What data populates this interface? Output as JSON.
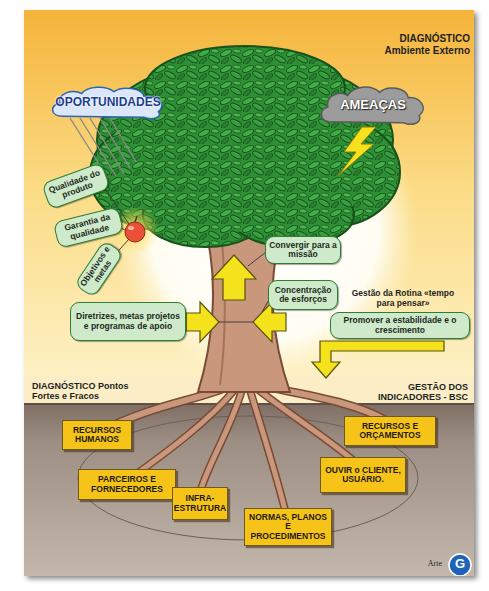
{
  "diagram": {
    "nodes": [
      {
        "text": [
          "OPORTUNIDADES"
        ]
      },
      {
        "text": [
          "AMEAÇAS"
        ]
      },
      {
        "text": [
          "Qualidade do produto"
        ]
      },
      {
        "text": [
          "Garantia da qualidade"
        ]
      },
      {
        "text": [
          "Convergir para a missão"
        ]
      },
      {
        "text": [
          "Objetivos e metas"
        ]
      },
      {
        "text": [
          "Concentração de esforços"
        ]
      },
      {
        "text": [
          "Diretrizes, metas projetos e programas de apoio"
        ]
      },
      {
        "text": [
          "Promover a estabilidade e o crescimento"
        ]
      },
      {
        "text": [
          "RECURSOS HUMANOS"
        ]
      },
      {
        "text": [
          "RECURSOS E ORÇAMENTOS"
        ]
      },
      {
        "text": [
          "OUVIR o CLIENTE, USUÁRIO."
        ]
      },
      {
        "text": [
          "PARCEIROS E FORNECEDORES"
        ]
      },
      {
        "text": [
          "INFRA-ESTRUTURA"
        ]
      },
      {
        "text": [
          "NORMAS, PLANOS E PROCEDIMENTOS"
        ]
      }
    ],
    "labels": [
      "DIAGNÓSTICO Ambiente Externo",
      "Gestão da Rotina «tempo para pensar»",
      "DIAGNÓSTICO Pontos Fortes e Fracos",
      "GESTÃO DOS INDICADORES - BSC",
      "Arte",
      "G"
    ]
  }
}
